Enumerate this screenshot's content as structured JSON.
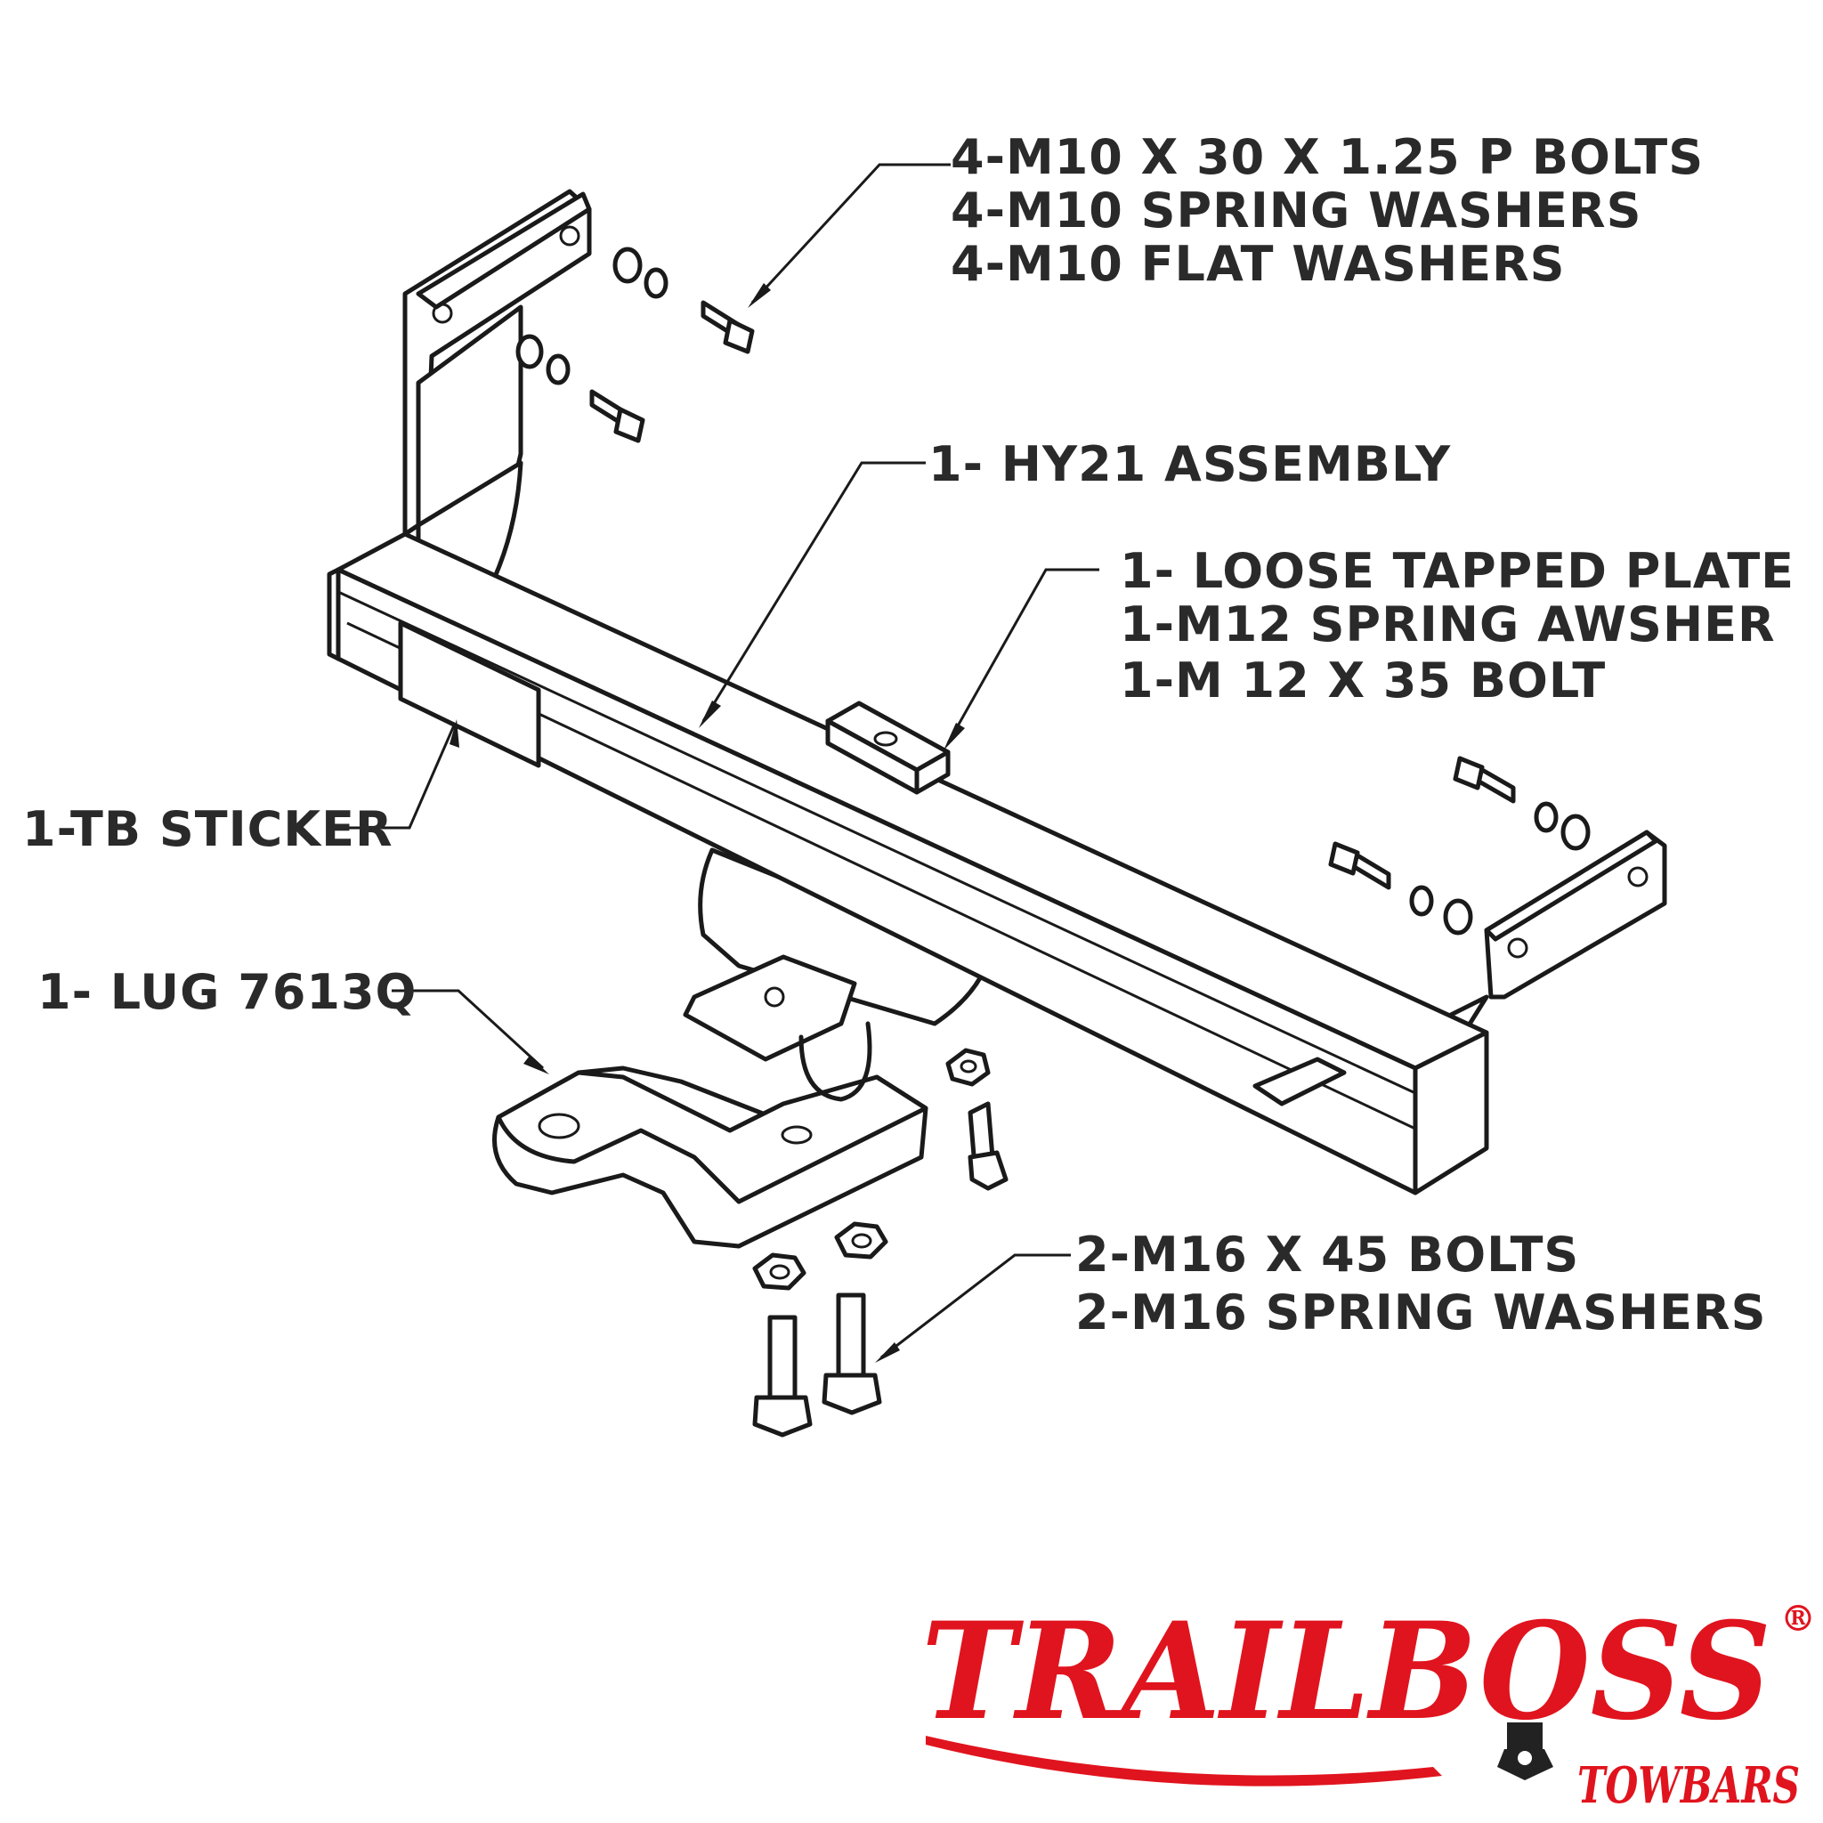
{
  "labels": {
    "bolts_m10": [
      "4-M10 X 30 X 1.25 P BOLTS",
      "4-M10 SPRING WASHERS",
      "4-M10 FLAT WASHERS"
    ],
    "assembly": "1- HY21 ASSEMBLY",
    "tapped_plate": [
      "1- LOOSE TAPPED PLATE",
      "1-M12 SPRING AWSHER",
      "1-M 12 X 35 BOLT"
    ],
    "sticker": "1-TB STICKER",
    "lug": "1- LUG 7613Q",
    "bolts_m16": [
      "2-M16 X 45 BOLTS",
      "2-M16 SPRING WASHERS"
    ]
  },
  "logo": {
    "name": "TRAILBOSS",
    "registered": "®",
    "tagline": "TOWBARS",
    "color": "#e0141e"
  }
}
